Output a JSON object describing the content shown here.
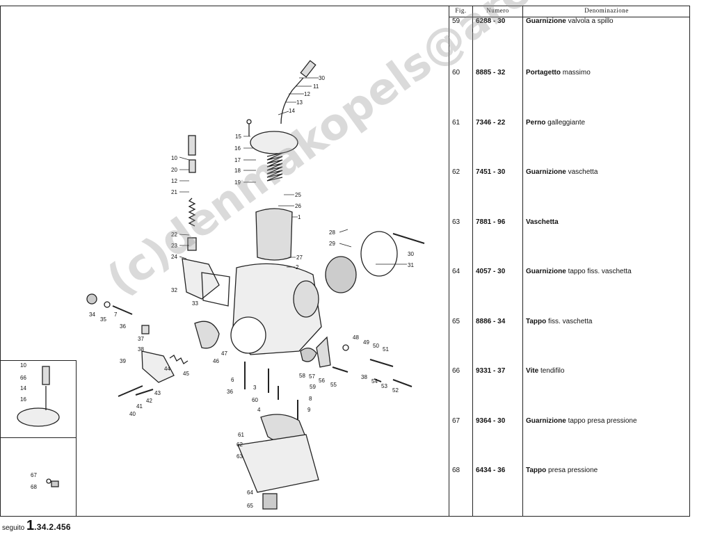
{
  "table": {
    "headers": {
      "fig": "Fig.",
      "numero": "Numero",
      "denominazione": "Denominazione"
    },
    "rows": [
      {
        "fig": "59",
        "numero": "6288 - 30",
        "bold": "Guarnizione",
        "rest": " valvola a spillo"
      },
      {
        "fig": "60",
        "numero": "8885 - 32",
        "bold": "Portagetto",
        "rest": " massimo"
      },
      {
        "fig": "61",
        "numero": "7346 - 22",
        "bold": "Perno",
        "rest": " galleggiante"
      },
      {
        "fig": "62",
        "numero": "7451 - 30",
        "bold": "Guarnizione",
        "rest": " vaschetta"
      },
      {
        "fig": "63",
        "numero": "7881 - 96",
        "bold": "Vaschetta",
        "rest": ""
      },
      {
        "fig": "64",
        "numero": "4057 - 30",
        "bold": "Guarnizione",
        "rest": " tappo fiss. vaschetta"
      },
      {
        "fig": "65",
        "numero": "8886 - 34",
        "bold": "Tappo",
        "rest": " fiss. vaschetta"
      },
      {
        "fig": "66",
        "numero": "9331 - 37",
        "bold": "Vite",
        "rest": " tendifilo"
      },
      {
        "fig": "67",
        "numero": "9364 - 30",
        "bold": "Guarnizione",
        "rest": " tappo presa pressione"
      },
      {
        "fig": "68",
        "numero": "6434 - 36",
        "bold": "Tappo",
        "rest": " presa pressione"
      }
    ]
  },
  "footer": {
    "prefix": "seguito",
    "big": "1",
    "code": ".34.2.456"
  },
  "watermark": "(c)denmakopels@arcor.de",
  "diagram_labels": [
    "30",
    "11",
    "12",
    "13",
    "14",
    "15",
    "16",
    "17",
    "18",
    "19",
    "25",
    "26",
    "1",
    "27",
    "2",
    "28",
    "29",
    "30",
    "31",
    "10",
    "20",
    "12",
    "21",
    "22",
    "23",
    "24",
    "32",
    "33",
    "34",
    "35",
    "7",
    "36",
    "37",
    "38",
    "39",
    "44",
    "45",
    "46",
    "47",
    "48",
    "49",
    "50",
    "51",
    "55",
    "56",
    "57",
    "58",
    "59",
    "8",
    "9",
    "6",
    "36",
    "3",
    "60",
    "4",
    "61",
    "62",
    "63",
    "64",
    "65",
    "38",
    "54",
    "53",
    "52",
    "40",
    "41",
    "42",
    "43",
    "10",
    "66",
    "14",
    "16",
    "67",
    "68"
  ]
}
